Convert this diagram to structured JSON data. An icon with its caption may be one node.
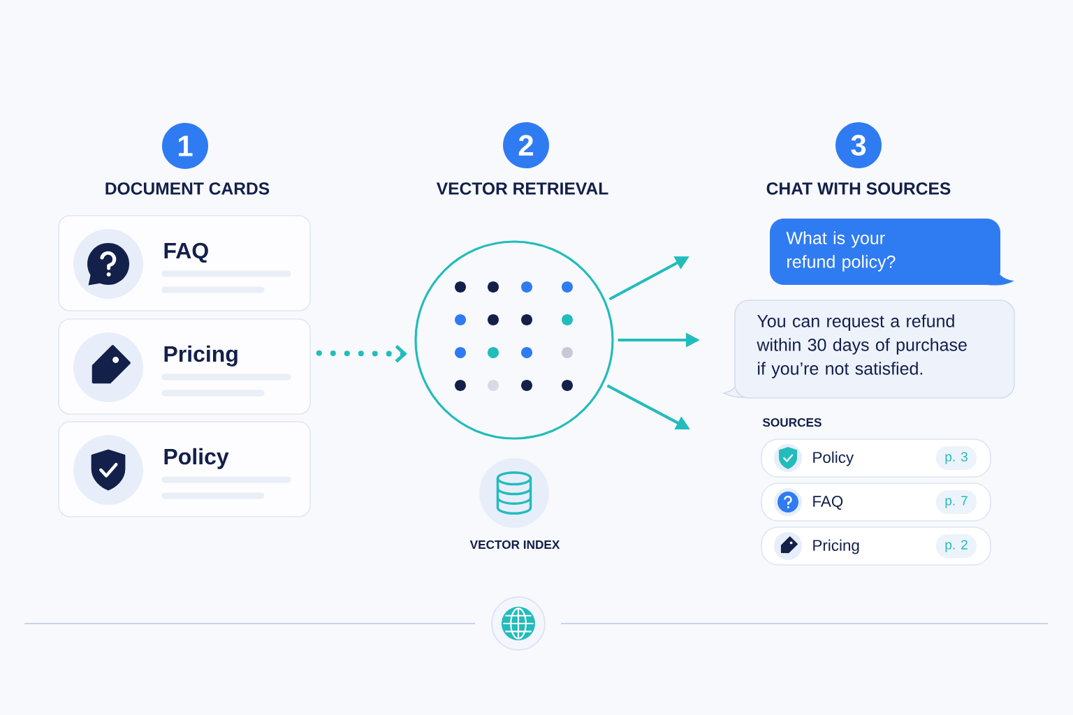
{
  "diagram": {
    "nodes": [
      {
        "text": [
          "1"
        ],
        "beside": [
          "DOCUMENT CARDS"
        ]
      },
      {
        "text": [
          "2"
        ],
        "beside": [
          "VECTOR RETRIEVAL"
        ]
      },
      {
        "text": [
          "3"
        ],
        "beside": [
          "CHAT WITH SOURCES"
        ]
      },
      {
        "text": [
          "FAQ"
        ]
      },
      {
        "text": [
          "Pricing"
        ]
      },
      {
        "text": [
          "Policy"
        ]
      },
      {
        "text": [],
        "shape": "circle"
      },
      {
        "text": [
          "VECTOR INDEX"
        ]
      },
      {
        "text": [
          "What is your refund policy?"
        ]
      },
      {
        "text": [
          "You can request a refund within 30 days of purchase if you’re not satisfied."
        ]
      },
      {
        "text": [
          "Policy",
          "p. 3"
        ]
      },
      {
        "text": [
          "FAQ",
          "p. 7"
        ]
      },
      {
        "text": [
          "Pricing",
          "p. 2"
        ]
      }
    ],
    "edges": [
      {
        "from": 4,
        "to": 6,
        "arrow": "to",
        "style": "dashed"
      },
      {
        "from": 6,
        "to": null,
        "arrow": "to"
      },
      {
        "from": 6,
        "to": null,
        "arrow": "to"
      },
      {
        "from": 6,
        "to": null,
        "arrow": "to"
      }
    ],
    "labels": [
      "SOURCES"
    ]
  }
}
